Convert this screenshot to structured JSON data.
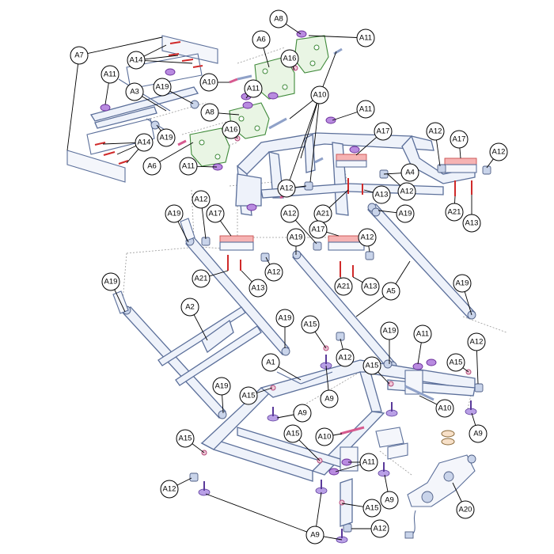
{
  "colors": {
    "frame": "#5b6f9a",
    "bracket": "#3f8a3a",
    "pad": "#f6b3b3",
    "clip": "#b98be0",
    "bolt": "#d02a2a"
  },
  "labels": {
    "A1": "A1",
    "A2": "A2",
    "A3": "A3",
    "A4": "A4",
    "A5": "A5",
    "A6": "A6",
    "A7": "A7",
    "A8": "A8",
    "A9": "A9",
    "A10": "A10",
    "A11": "A11",
    "A12": "A12",
    "A13": "A13",
    "A14": "A14",
    "A15": "A15",
    "A16": "A16",
    "A17": "A17",
    "A19": "A19",
    "A20": "A20",
    "A21": "A21"
  },
  "icons": [
    "clip-icon",
    "bolt-icon",
    "pad-icon",
    "cap-icon",
    "washer-icon",
    "bracket-icon"
  ]
}
